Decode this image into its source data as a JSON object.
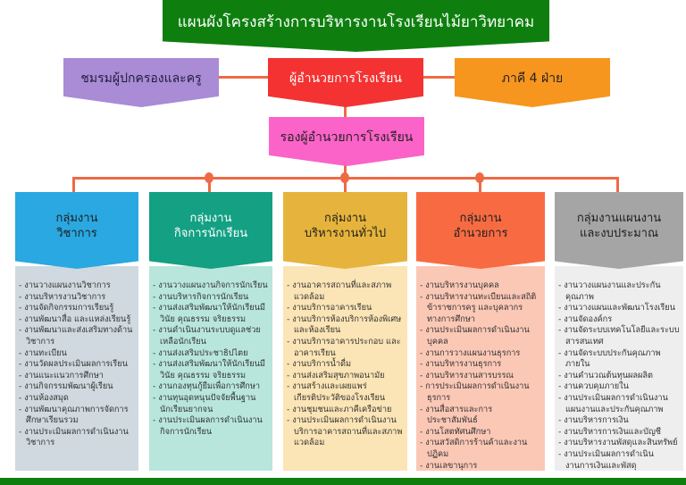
{
  "title": "แผนผังโครงสร้างการบริหารงานโรงเรียนไม้ยาวิทยาคม",
  "top_boxes": {
    "parents": "ชมรมผู้ปกครองและครู",
    "director": "ผู้อำนวยการโรงเรียน",
    "partners": "ภาคี 4 ฝ่าย"
  },
  "deputy": "รองผู้อำนวยการโรงเรียน",
  "colors": {
    "title": "#0e7f0e",
    "parents": "#a98bd6",
    "director": "#f43232",
    "partners": "#f6961e",
    "deputy": "#fb63c8",
    "connector": "#ee6a45"
  },
  "groups": [
    {
      "title": "กลุ่มงาน\nวิชาการ",
      "color": "#2aa8e2",
      "bg": "#cfd9df",
      "items": [
        "งานวางแผนงานวิชาการ",
        "งานบริหารงานวิชาการ",
        "งานจัดกิจกรรมการเรียนรู้",
        "งานพัฒนาสื่อ และแหล่งเรียนรู้",
        "งานพัฒนาและส่งเสริมทางด้านวิชาการ",
        "งานทะเบียน",
        "งานวัดผลประเมินผลการเรียน",
        "งานแนะแนวการศึกษา",
        "งานกิจกรรมพัฒนาผู้เรียน",
        "งานห้องสมุด",
        "งานพัฒนาคุณภาพการจัดการศึกษาเรียนรวม",
        "งานประเมินผลการดำเนินงานวิชาการ"
      ]
    },
    {
      "title": "กลุ่มงาน\nกิจการนักเรียน",
      "color": "#14a083",
      "bg": "#b8e6dc",
      "items": [
        "งานวางแผนงานกิจการนักเรียน",
        "งานบริหารกิจการนักเรียน",
        "งานส่งเสริมพัฒนาให้นักเรียนมีวินัย คุณธรรม จริยธรรม",
        "งานดำเนินงานระบบดูแลช่วยเหลือนักเรียน",
        "งานส่งเสริมประชาธิปไตย",
        "งานส่งเสริมพัฒนาให้นักเรียนมีวินัย คุณธรรม จริยธรรม",
        "งานกองทุนกู้ยืมเพื่อการศึกษา",
        "งานทุนอุดหนุนปัจจัยพื้นฐานนักเรียนยากจน",
        "งานประเมินผลการดำเนินงานกิจการนักเรียน"
      ]
    },
    {
      "title": "กลุ่มงาน\nบริหารงานทั่วไป",
      "color": "#e6b43c",
      "bg": "#fbe4b5",
      "items": [
        "งานอาคารสถานที่และสภาพแวดล้อม",
        "งานบริการอาคารเรียน",
        "งานบริการห้องบริการห้องพิเศษและห้องเรียน",
        "งานบริการอาคารประกอบ และอาคารเรียน",
        "งานบริการน้ำดื่ม",
        "งานส่งเสริมสุขภาพอนามัย",
        "งานสร้างและเผยแพร่เกียรติประวัติของโรงเรียน",
        "งานชุมชนและภาคีเครือข่าย",
        "งานประเมินผลการดำเนินงานบริการอาคารสถานที่และสภาพแวดล้อม"
      ]
    },
    {
      "title": "กลุ่มงาน\nอำนวยการ",
      "color": "#f86b42",
      "bg": "#fbc8b6",
      "items": [
        "งานบริหารงานบุคคล",
        "งานบริหารงานทะเบียนและสถิติข้าราชการครู และบุคลากรทางการศึกษา",
        "งานประเมินผลการดำเนินงานบุคคล",
        "งานการวางแผนงานธุรการ",
        "งานบริหารงานธุรการ",
        "งานบริหารงานสารบรรณ",
        "การประเมินผลการดำเนินงานธุรการ",
        "งานสื่อสารและการประชาสัมพันธ์",
        "งานโสตทัศนศึกษา",
        "งานสวัสดิการร้านค้าและงานปฏิคม",
        "งานเลขานุการ"
      ]
    },
    {
      "title": "กลุ่มงานแผนงาน\nและงบประมาณ",
      "color": "#a5a5a5",
      "bg": "#eeeeee",
      "items": [
        "งานวางแผนงานและประกันคุณภาพ",
        "งานวางแผนและพัฒนาโรงเรียน",
        "งานจัดองค์กร",
        "งานจัดระบบเทคโนโลยีและระบบสารสนเทศ",
        "งานจัดระบบประกันคุณภาพภายใน",
        "งานคำนวณต้นทุนผลผลิต",
        "งานควบคุมภายใน",
        "งานประเมินผลการดำเนินงานแผนงานและประกันคุณภาพ",
        "งานบริหารการเงิน",
        "งานบริหารการเงินและบัญชี",
        "งานบริหารงานพัสดุและสินทรัพย์",
        "งานประเมินผลการดำเนินงานการเงินและพัสดุ"
      ]
    }
  ]
}
